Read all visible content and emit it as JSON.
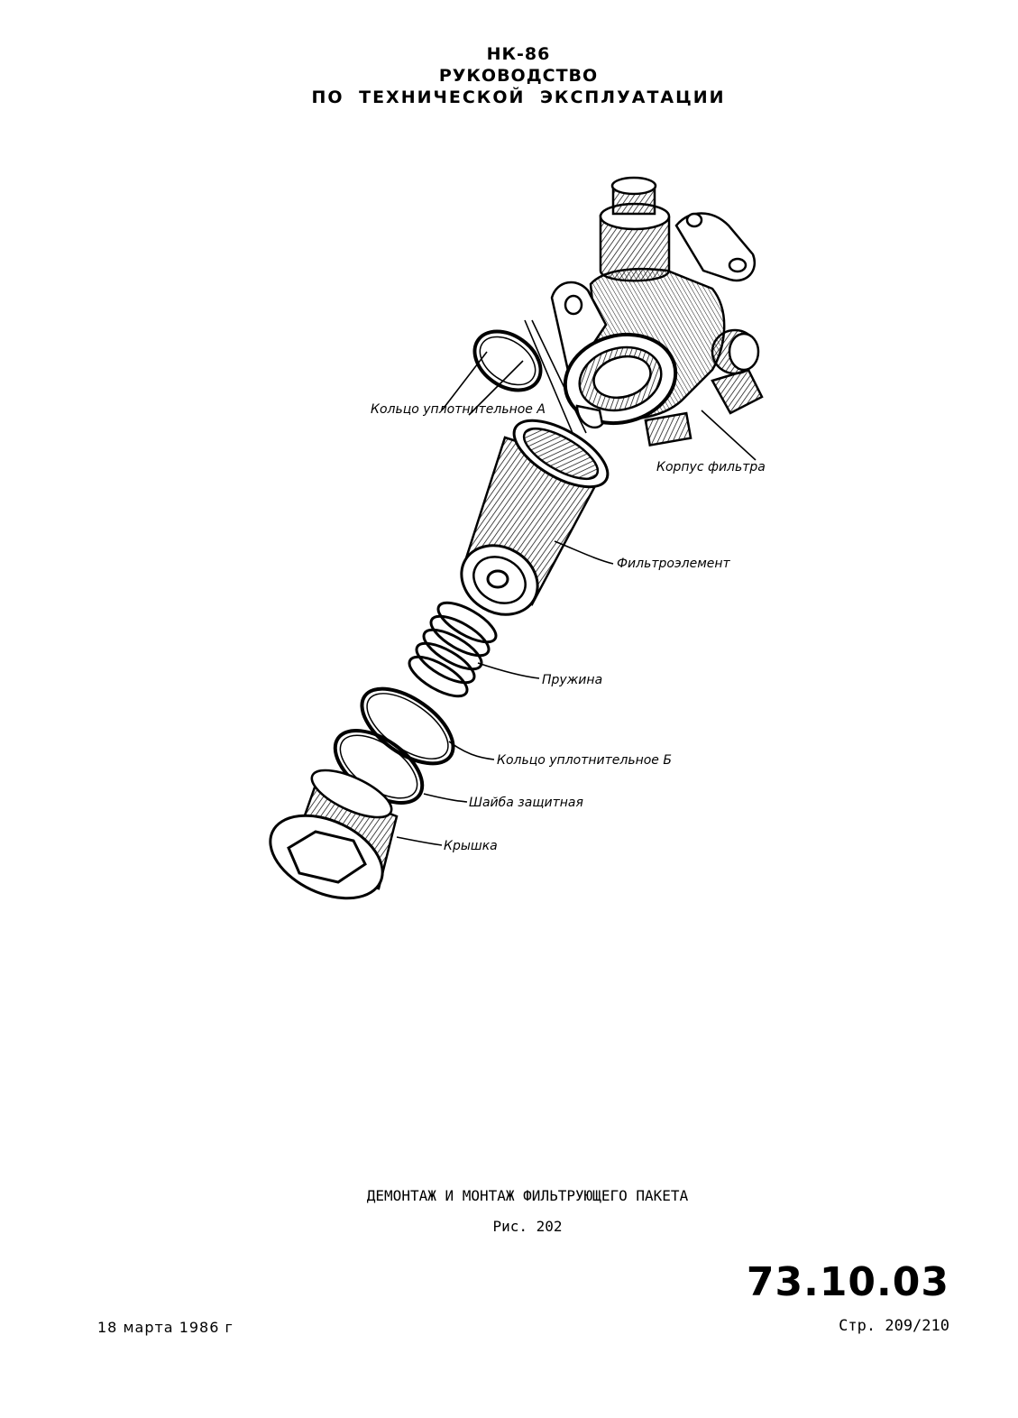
{
  "header": {
    "line1": "НК-86",
    "line2": "РУКОВОДСТВО",
    "line3": "ПО ТЕХНИЧЕСКОЙ ЭКСПЛУАТАЦИИ"
  },
  "figure": {
    "labels": {
      "ring_a": "Кольцо уплотнительное А",
      "housing": "Корпус фильтра",
      "element": "Фильтроэлемент",
      "spring": "Пружина",
      "ring_b": "Кольцо уплотнительное Б",
      "washer": "Шайба защитная",
      "cover": "Крышка"
    }
  },
  "caption": {
    "title": "ДЕМОНТАЖ И МОНТАЖ ФИЛЬТРУЮЩЕГО ПАКЕТА",
    "figure_number": "Рис. 202"
  },
  "footer": {
    "doc_number": "73.10.03",
    "date": "18 марта 1986 г",
    "page": "Стр. 209/210"
  }
}
